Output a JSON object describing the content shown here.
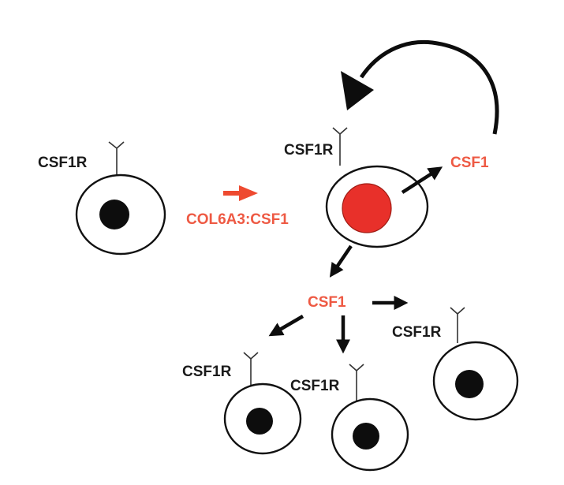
{
  "labels": {
    "receptor": "CSF1R",
    "fusion": "COL6A3:CSF1",
    "ligand": "CSF1"
  },
  "colors": {
    "ligand_text": "#ee5a44",
    "fusion_text": "#ee5a44",
    "tumor_nucleus": "#e8302a",
    "normal_nucleus": "#0d0d0d",
    "fusion_arrow": "#ee4a30",
    "arrows": "#0d0d0d"
  }
}
